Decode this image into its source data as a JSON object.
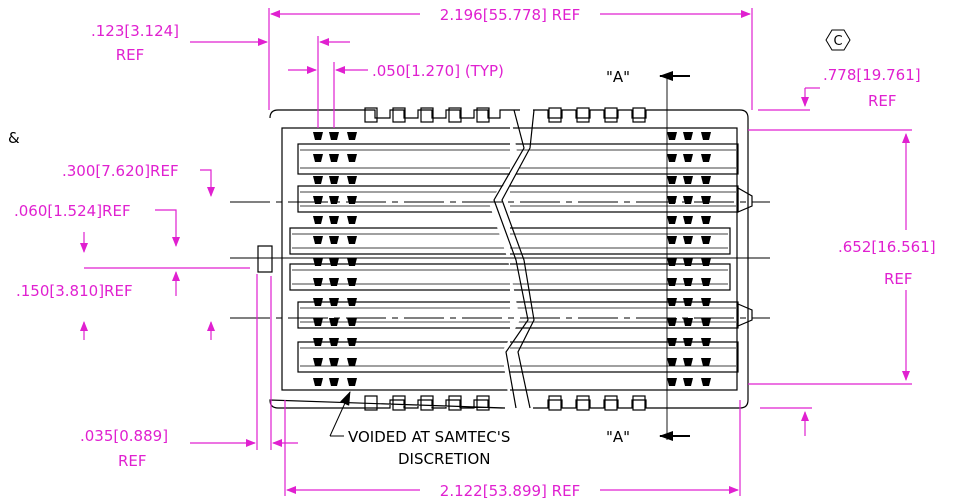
{
  "colors": {
    "dimension": "#e020d0",
    "outline": "#000000",
    "background": "#ffffff"
  },
  "symbols": {
    "ampersand": "&",
    "controlled_dimension": "C"
  },
  "dimensions": {
    "overall_length": "2.196[55.778] REF",
    "end_offset_in": ".123[3.124]",
    "end_offset_ref": "REF",
    "pitch": ".050[1.270] (TYP)",
    "height_offset_in": ".778[19.761]",
    "height_offset_ref": "REF",
    "row_spacing_300": ".300[7.620]REF",
    "row_spacing_060": ".060[1.524]REF",
    "row_spacing_150": ".150[3.810]REF",
    "body_width_in": ".652[16.561]",
    "body_width_ref": "REF",
    "peg_offset_in": ".035[0.889]",
    "peg_offset_ref": "REF",
    "body_length": "2.122[53.899] REF"
  },
  "section_marks": {
    "top": "\"A\"",
    "bottom": "\"A\""
  },
  "notes": {
    "voided_line1": "VOIDED AT SAMTEC'S",
    "voided_line2": "DISCRETION"
  }
}
